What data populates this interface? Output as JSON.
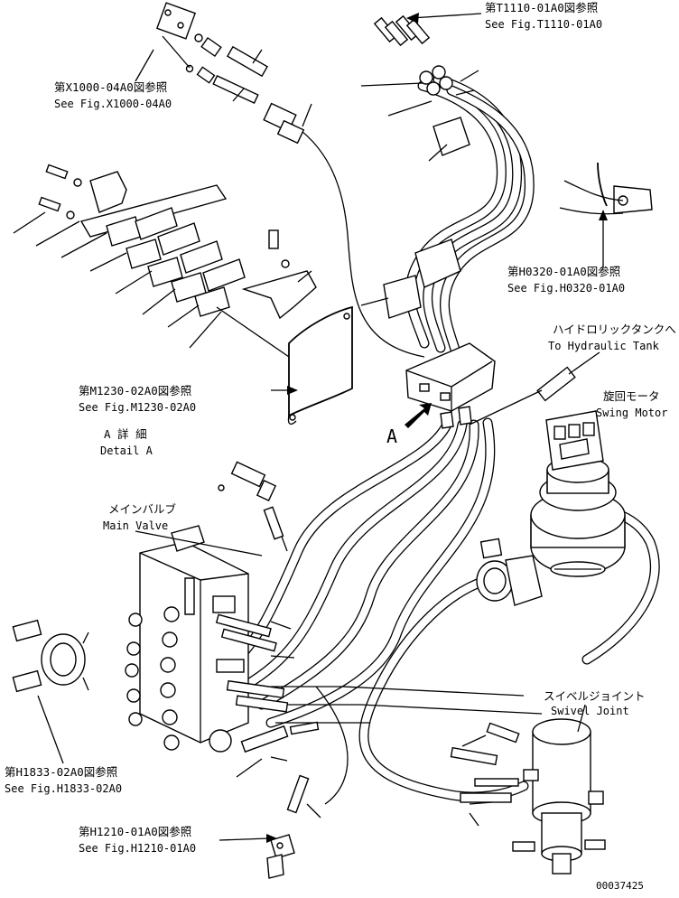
{
  "callouts": {
    "t1110": {
      "jp": "第T1110-01A0図参照",
      "en": "See Fig.T1110-01A0"
    },
    "x1000": {
      "jp": "第X1000-04A0図参照",
      "en": "See Fig.X1000-04A0"
    },
    "h0320": {
      "jp": "第H0320-01A0図参照",
      "en": "See Fig.H0320-01A0"
    },
    "tank": {
      "jp": "ハイドロリックタンクへ",
      "en": "To Hydraulic Tank"
    },
    "swing_motor": {
      "jp": "旋回モータ",
      "en": "Swing Motor"
    },
    "m1230": {
      "jp": "第M1230-02A0図参照",
      "en": "See Fig.M1230-02A0"
    },
    "detail_a": {
      "jp": "A 詳 細",
      "en": "Detail A"
    },
    "view_a": "A",
    "main_valve": {
      "jp": "メインバルブ",
      "en": "Main Valve"
    },
    "swivel_joint": {
      "jp": "スイベルジョイント",
      "en": "Swivel Joint"
    },
    "h1833": {
      "jp": "第H1833-02A0図参照",
      "en": "See Fig.H1833-02A0"
    },
    "h1210": {
      "jp": "第H1210-01A0図参照",
      "en": "See Fig.H1210-01A0"
    }
  },
  "drawing_number": "00037425"
}
